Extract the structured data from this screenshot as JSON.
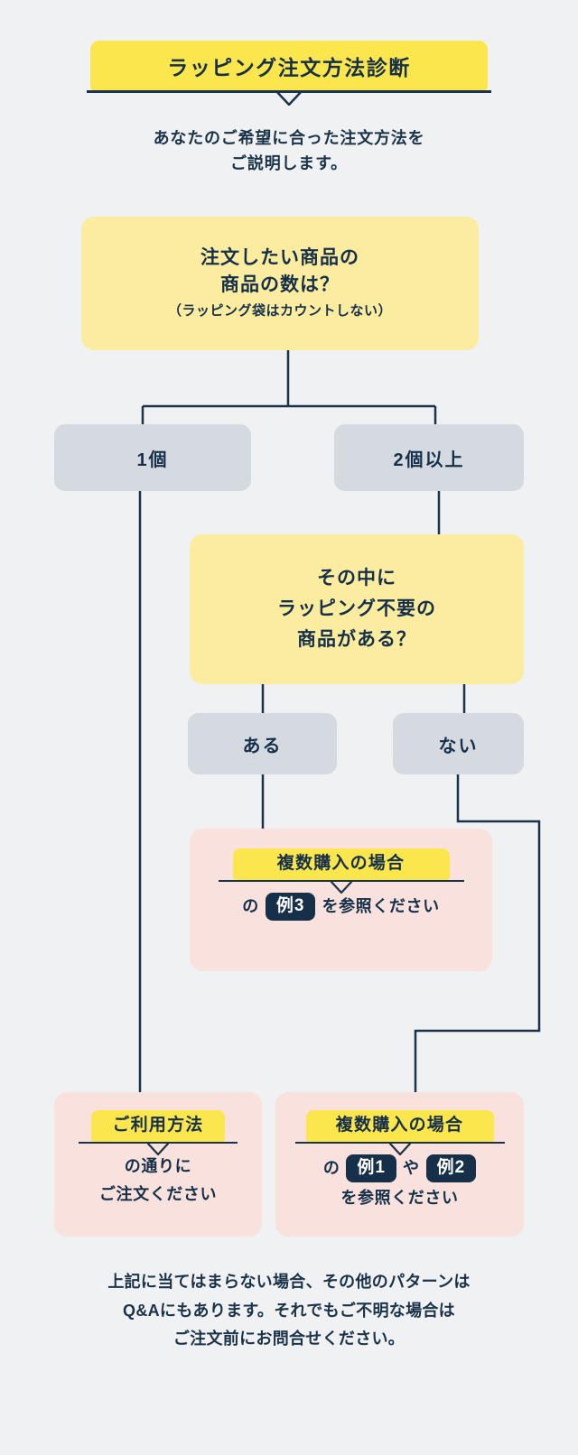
{
  "header": {
    "title": "ラッピング注文方法診断",
    "lead_line1": "あなたのご希望に合った注文方法を",
    "lead_line2": "ご説明します。"
  },
  "colors": {
    "background": "#f0f1f2",
    "banner_yellow": "#fbe64d",
    "question_yellow": "#fbeca0",
    "answer_gray": "#d4dae0",
    "result_pink": "#f9e2dd",
    "navy": "#16304a",
    "line": "#1b3349"
  },
  "nodes": {
    "q1": {
      "line1": "注文したい商品の",
      "line2": "商品の数は？",
      "line3": "（ラッピング袋はカウントしない）"
    },
    "a_one": {
      "label": "1個"
    },
    "a_many": {
      "label": "2個以上"
    },
    "q2": {
      "line1": "その中に",
      "line2": "ラッピング不要の",
      "line3": "商品がある？"
    },
    "a_aru": {
      "label": "ある"
    },
    "a_nai": {
      "label": "ない"
    },
    "r_mid": {
      "chip": "複数購入の場合",
      "prefix": "の",
      "pill1": "例3",
      "suffix": "を参照ください"
    },
    "r_left": {
      "chip": "ご利用方法",
      "line1": "の通りに",
      "line2": "ご注文ください"
    },
    "r_right": {
      "chip": "複数購入の場合",
      "prefix": "の",
      "pill1": "例1",
      "conj": "や",
      "pill2": "例2",
      "suffix": "を参照ください"
    }
  },
  "footer": {
    "line1": "上記に当てはまらない場合、その他のパターンは",
    "line2": "Q&Aにもあります。それでもご不明な場合は",
    "line3": "ご注文前にお問合せください。"
  }
}
